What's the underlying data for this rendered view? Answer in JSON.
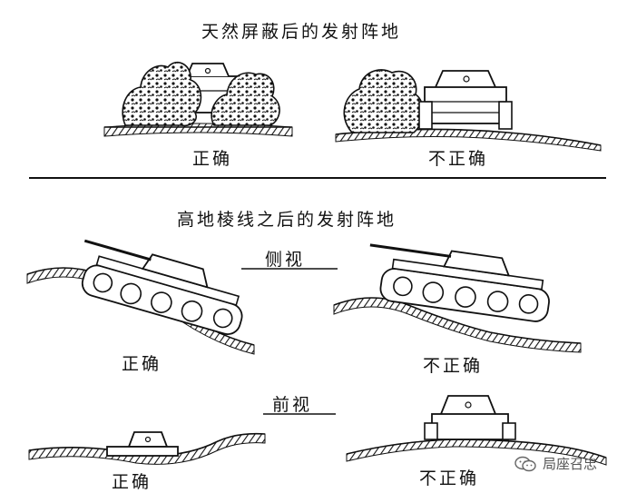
{
  "sections": {
    "natural_cover": {
      "title": "天然屏蔽后的发射阵地"
    },
    "ridgeline": {
      "title": "高地棱线之后的发射阵地"
    }
  },
  "views": {
    "side": "侧视",
    "front": "前视"
  },
  "labels": {
    "correct": "正确",
    "incorrect": "不正确"
  },
  "watermark": {
    "text": "局座召忠",
    "icon": "wechat-icon"
  }
}
